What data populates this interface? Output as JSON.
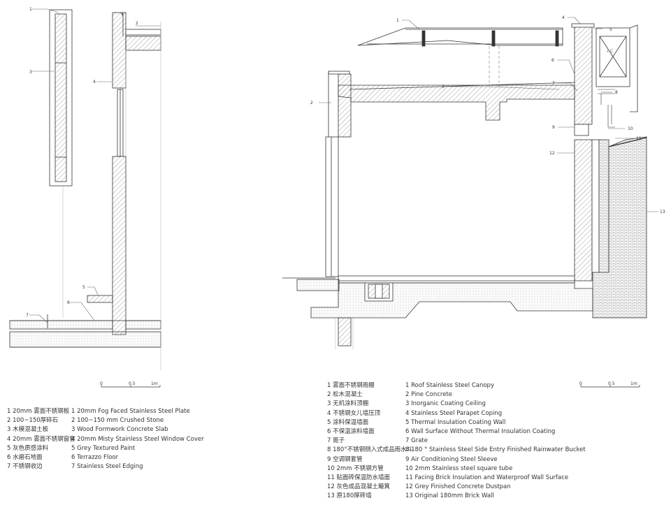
{
  "left_callouts": [
    "1",
    "2",
    "3",
    "4",
    "5",
    "6",
    "7"
  ],
  "right_callouts": [
    "1",
    "2",
    "3",
    "4",
    "5",
    "6",
    "7",
    "8",
    "9",
    "10",
    "11",
    "12",
    "13"
  ],
  "right_ac_label": "AC",
  "scale_left": {
    "s0": "0",
    "s1": "0.5",
    "s2": "1m"
  },
  "scale_right": {
    "s0": "0",
    "s1": "0.5",
    "s2": "1m"
  },
  "legend_left_cn": [
    "1  20mm 雾面不锈钢板",
    "2  100~150厚碎石",
    "3  木模混凝土板",
    "4  20mm 雾面不锈钢窗套",
    "5  灰色质感涂料",
    "6  水磨石地面",
    "7  不锈钢收边"
  ],
  "legend_left_en": [
    "1  20mm Fog Faced Stainless Steel Plate",
    "2  100~150 mm Crushed Stone",
    "3  Wood Formwork Concrete Slab",
    "4  20mm Misty Stainless Steel Window Cover",
    "5  Grey Textured Paint",
    "6  Terrazzo Floor",
    "7  Stainless Steel Edging"
  ],
  "legend_right_cn": [
    "1  雾面不锈钢雨棚",
    "2  松木混凝土",
    "3  无机涂料顶棚",
    "4  不锈钢女儿墙压顶",
    "5  涂料保温墙面",
    "6  不保温涂料墙面",
    "7  篦子",
    "8  180°不锈钢侧入式成品雨水斗",
    "9  空调钢套管",
    "10 2mm 不锈钢方管",
    "11 贴面砖保温防水墙面",
    "12 灰色成品混凝土簸箕",
    "13 原180厚砖墙"
  ],
  "legend_right_en": [
    "1  Roof Stainless Steel Canopy",
    "2  Pine Concrete",
    "3  Inorganic Coating Ceiling",
    "4  Stainless Steel Parapet Coping",
    "5  Thermal Insulation Coating Wall",
    "6  Wall Surface Without Thermal Insulation Coating",
    "7  Grate",
    "8  180 ° Stainless Steel Side Entry Finished Rainwater Bucket",
    "9  Air Conditioning Steel Sleeve",
    "10 2mm Stainless steel square tube",
    "11 Facing Brick Insulation and Waterproof Wall Surface",
    "12 Grey Finished Concrete Dustpan",
    "13 Original 180mm Brick Wall"
  ]
}
